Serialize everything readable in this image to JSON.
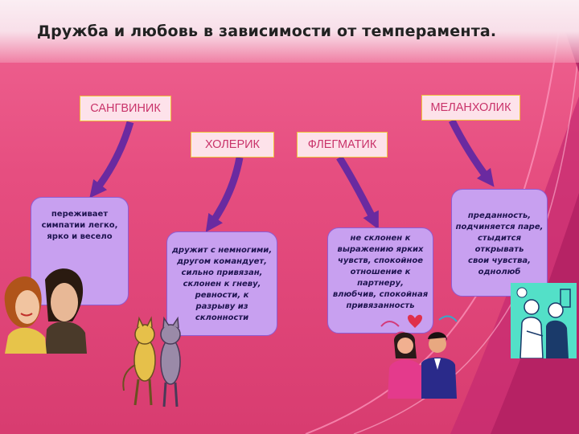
{
  "title": "Дружба и любовь в зависимости от темперамента.",
  "temperaments": [
    {
      "name": "САНГВИНИК",
      "text": "переживает\nсимпатии легко,\nярко и весело"
    },
    {
      "name": "ХОЛЕРИК",
      "text": "дружит с немногими,\nдругом командует,\nсильно привязан,\nсклонен к гневу,\nревности, к\nразрыву из\nсклонности"
    },
    {
      "name": "ФЛЕГМАТИК",
      "text": "не склонен к\nвыражению ярких\nчувств, спокойное\nотношение к\nпартнеру,\nвлюбчив, спокойная\nпривязанность"
    },
    {
      "name": "МЕЛАНХОЛИК",
      "text": "преданность,\nподчиняется паре,\nстыдится\nоткрывать\nсвои чувства,\nоднолюб"
    }
  ],
  "illustrations": [
    "couple-portrait",
    "two-cats",
    "romantic-couple",
    "melancholic-couple"
  ],
  "colors": {
    "background": "#e8548a",
    "label_bg": "#fde2ea",
    "label_border": "#f0c23a",
    "label_text": "#c9336a",
    "bubble_bg": "#c8a0f0",
    "bubble_border": "#8f5bd3",
    "arrow": "#6a2aa0"
  }
}
